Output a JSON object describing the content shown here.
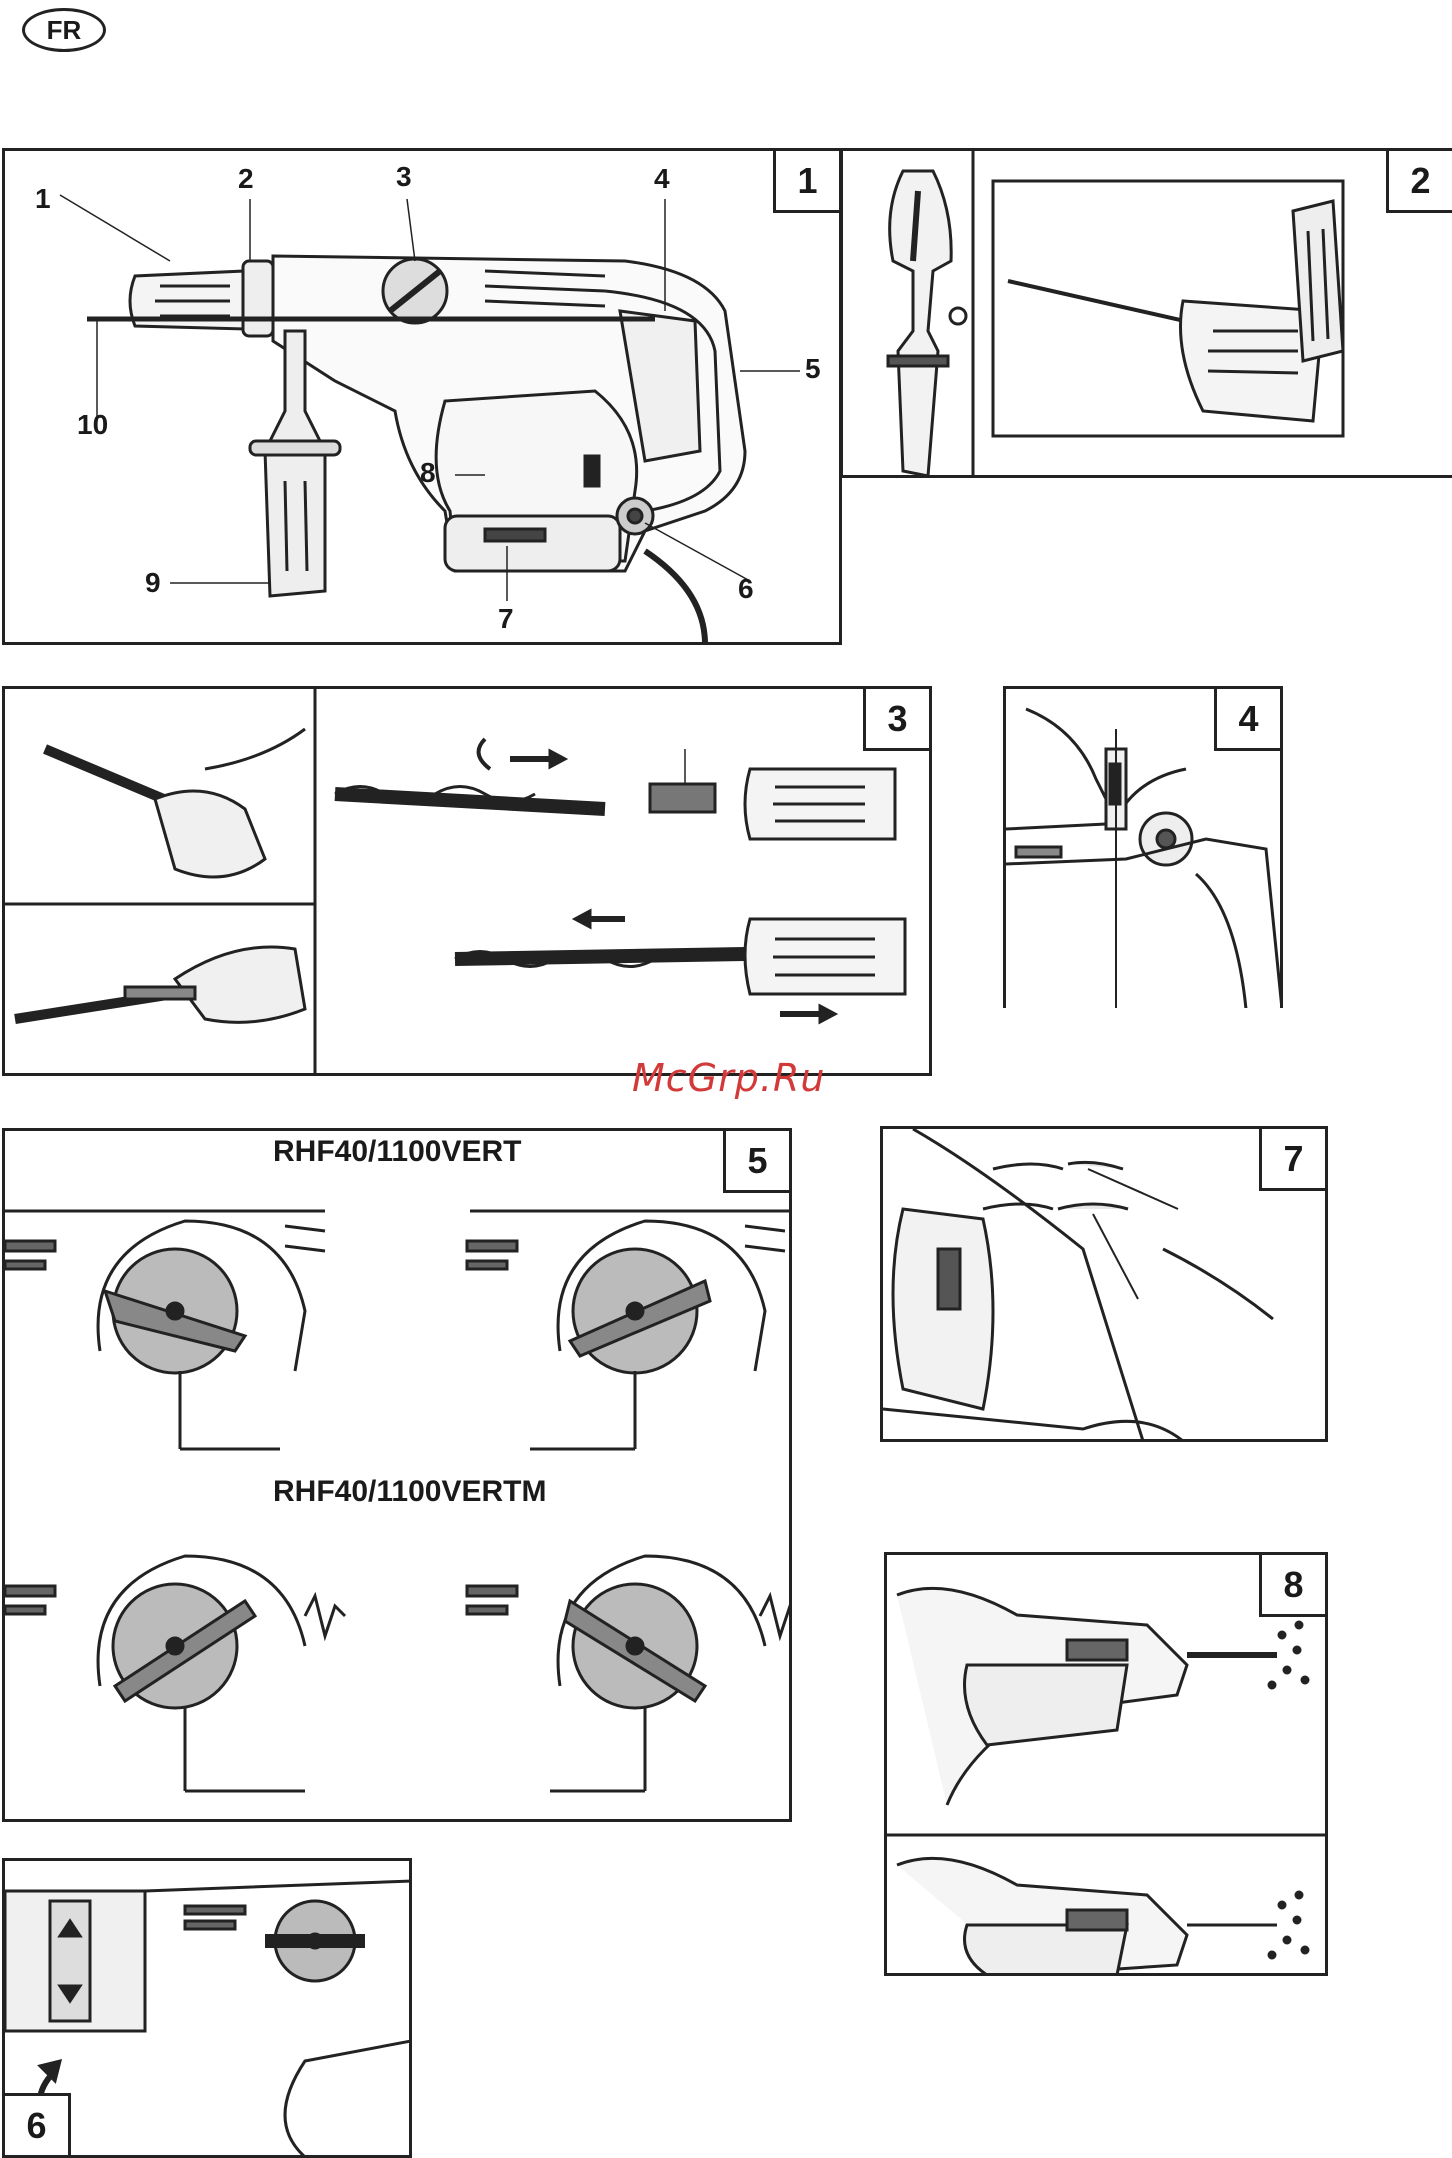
{
  "language_badge": "FR",
  "watermark": "McGrp.Ru",
  "figures": {
    "fig1": {
      "number": "1",
      "callouts": [
        "1",
        "2",
        "3",
        "4",
        "5",
        "6",
        "7",
        "8",
        "9",
        "10"
      ]
    },
    "fig2": {
      "number": "2"
    },
    "fig3": {
      "number": "3"
    },
    "fig4": {
      "number": "4"
    },
    "fig5": {
      "number": "5",
      "model_top": "RHF40/1100VERT",
      "model_bottom": "RHF40/1100VERTM"
    },
    "fig6": {
      "number": "6"
    },
    "fig7": {
      "number": "7"
    },
    "fig8": {
      "number": "8"
    }
  }
}
